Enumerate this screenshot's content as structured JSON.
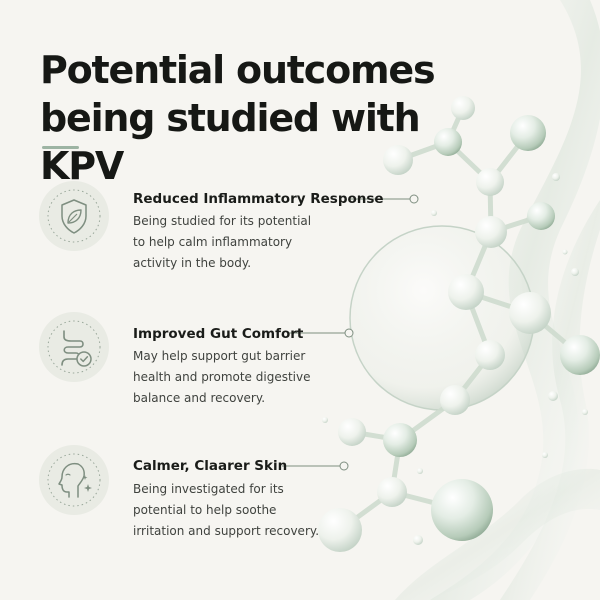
{
  "heading": {
    "line1": "Potential outcomes",
    "line2": "being studied with KPV"
  },
  "benefits": [
    {
      "title": "Reduced Inflammatory Response",
      "lines": [
        "Being studied for its potential",
        "to help calm inflammatory",
        "activity in the body."
      ],
      "icon": "shield-leaf-icon"
    },
    {
      "title": "Improved Gut Comfort",
      "lines": [
        "May help support gut barrier",
        "health and promote digestive",
        "balance and recovery."
      ],
      "icon": "intestine-check-icon"
    },
    {
      "title": "Calmer, Claarer Skin",
      "lines": [
        "Being investigated for its",
        "potential to help soothe",
        "irritation and support recovery."
      ],
      "icon": "face-sparkle-icon"
    }
  ],
  "colors": {
    "background": "#f6f5f1",
    "accent": "#9db4a3",
    "icon_stroke": "#7e8e80",
    "icon_circle": "#e9ebe4",
    "molecule": "#c9dbcc"
  }
}
